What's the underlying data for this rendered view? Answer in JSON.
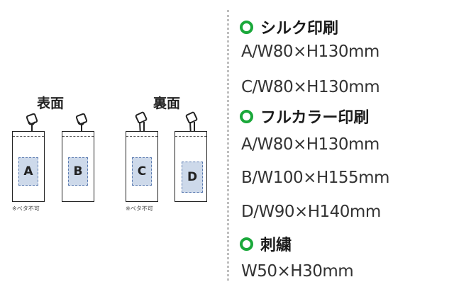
{
  "diagram": {
    "front_label": "表面",
    "back_label": "裏面",
    "note": "※ベタ不可",
    "areas": {
      "a": "A",
      "b": "B",
      "c": "C",
      "d": "D"
    }
  },
  "specs": {
    "silk": {
      "title": "シルク印刷",
      "sizes": [
        "A/W80×H130mm",
        "C/W80×H130mm"
      ]
    },
    "fullcolor": {
      "title": "フルカラー印刷",
      "sizes": [
        "A/W80×H130mm",
        "B/W100×H155mm",
        "D/W90×H140mm"
      ]
    },
    "embroidery": {
      "title": "刺繍",
      "sizes": [
        "W50×H30mm"
      ]
    }
  },
  "colors": {
    "accent": "#1aa83a",
    "print_area": "#cdd9ea"
  }
}
